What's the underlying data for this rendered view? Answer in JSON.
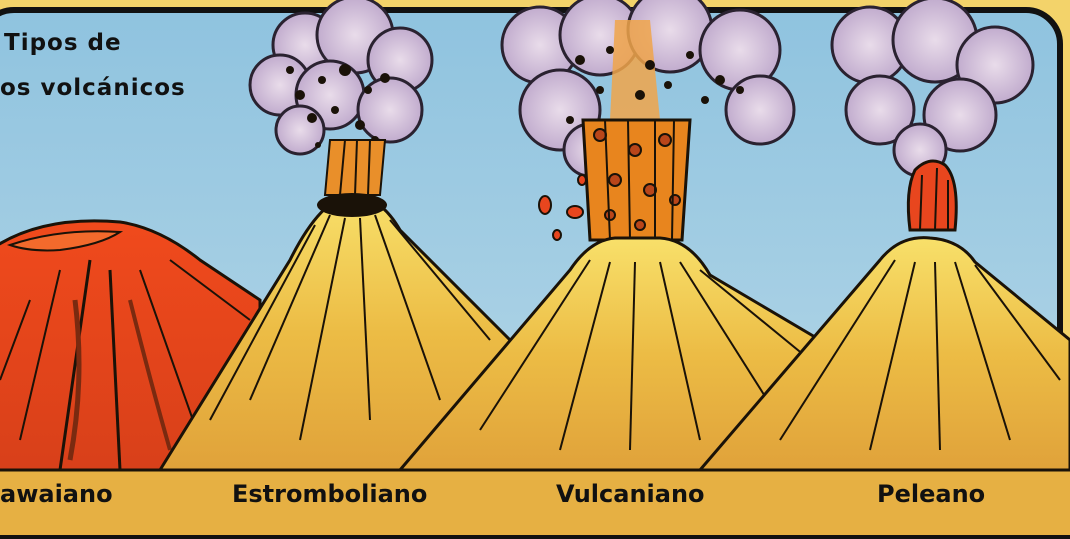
{
  "title": {
    "line1": "Tipos de",
    "line2": "os volcánicos"
  },
  "volcanoes": [
    {
      "id": "hawaiano",
      "label": "awaiano"
    },
    {
      "id": "estromboliano",
      "label": "Estromboliano"
    },
    {
      "id": "vulcaniano",
      "label": "Vulcaniano"
    },
    {
      "id": "peleano",
      "label": "Peleano"
    }
  ],
  "colors": {
    "sky": "#a8cde2",
    "cone": "#e8b23c",
    "cone_light": "#f6d864",
    "lava": "#e8461e",
    "smoke": "#cdb8d8",
    "outline": "#1a1208",
    "frame": "#111111"
  }
}
